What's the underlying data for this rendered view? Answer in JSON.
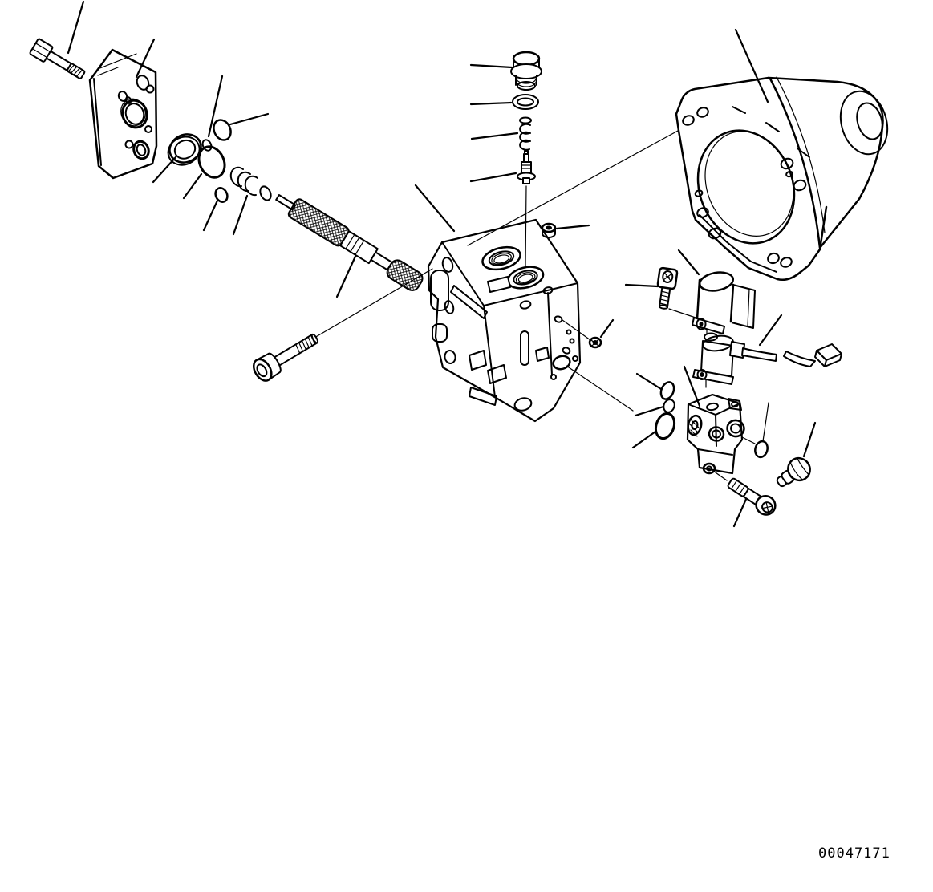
{
  "diagram": {
    "type": "exploded-parts-diagram",
    "drawing_number": "00047171",
    "colors": {
      "background": "#ffffff",
      "line": "#000000"
    },
    "parts": [
      {
        "name": "hex-bolt-top-left"
      },
      {
        "name": "end-cover-plate"
      },
      {
        "name": "seal-bushing-ring"
      },
      {
        "name": "backup-ring-small"
      },
      {
        "name": "o-ring-upper"
      },
      {
        "name": "o-ring-large"
      },
      {
        "name": "o-ring-lower"
      },
      {
        "name": "spring-coil"
      },
      {
        "name": "threaded-spool-shaft"
      },
      {
        "name": "socket-head-bolt-long"
      },
      {
        "name": "main-valve-body"
      },
      {
        "name": "hex-flange-plug"
      },
      {
        "name": "plug-o-ring"
      },
      {
        "name": "valve-spring-small"
      },
      {
        "name": "poppet-valve"
      },
      {
        "name": "port-plug-small"
      },
      {
        "name": "lock-nut-small"
      },
      {
        "name": "motor-case-flange-assembly"
      },
      {
        "name": "socket-head-bolt-short"
      },
      {
        "name": "solenoid-coil"
      },
      {
        "name": "solenoid-valve-with-harness"
      },
      {
        "name": "wire-connector"
      },
      {
        "name": "o-ring-set-upper"
      },
      {
        "name": "o-ring-set-mid"
      },
      {
        "name": "o-ring-set-large"
      },
      {
        "name": "pilot-valve-body"
      },
      {
        "name": "port-o-ring"
      },
      {
        "name": "hex-head-plug"
      },
      {
        "name": "socket-head-bolt-lower"
      }
    ]
  }
}
